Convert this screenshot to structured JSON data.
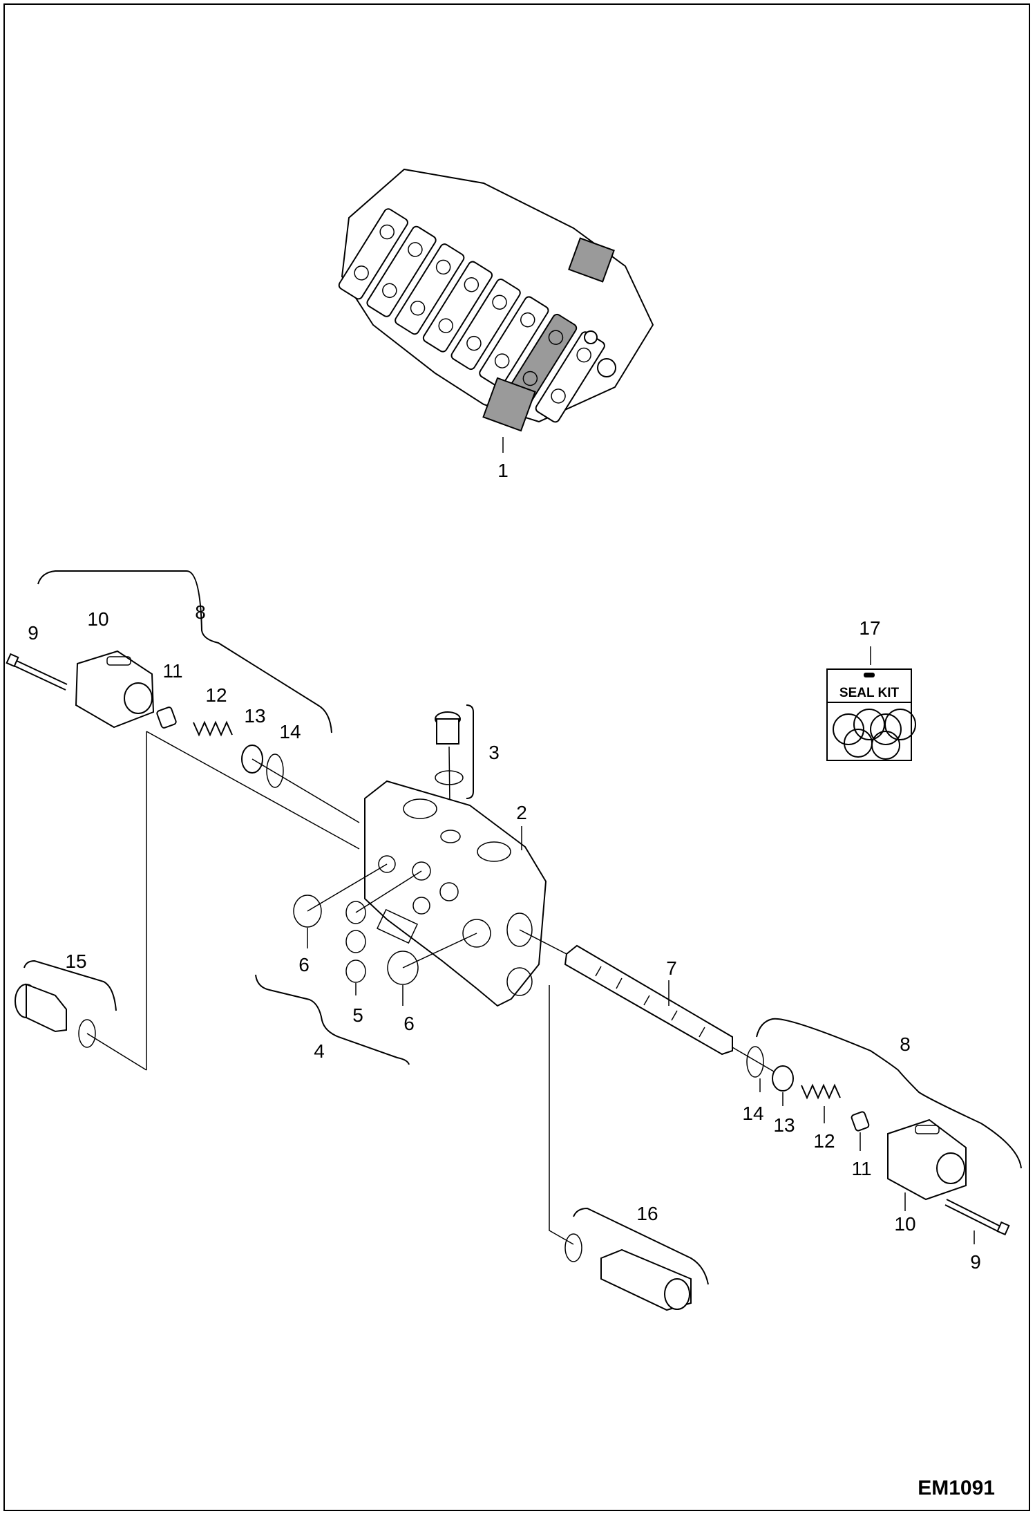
{
  "callouts": {
    "c1": "1",
    "c2": "2",
    "c3": "3",
    "c4": "4",
    "c5": "5",
    "c6a": "6",
    "c6b": "6",
    "c7": "7",
    "c8a": "8",
    "c8b": "8",
    "c9a": "9",
    "c9b": "9",
    "c10a": "10",
    "c10b": "10",
    "c11a": "11",
    "c11b": "11",
    "c12a": "12",
    "c12b": "12",
    "c13a": "13",
    "c13b": "13",
    "c14a": "14",
    "c14b": "14",
    "c15": "15",
    "c16": "16",
    "c17": "17"
  },
  "seal_kit_label": "SEAL KIT",
  "drawing_code": "EM1091",
  "colors": {
    "line": "#000000",
    "highlight": "#9a9a9a",
    "background": "#ffffff"
  }
}
